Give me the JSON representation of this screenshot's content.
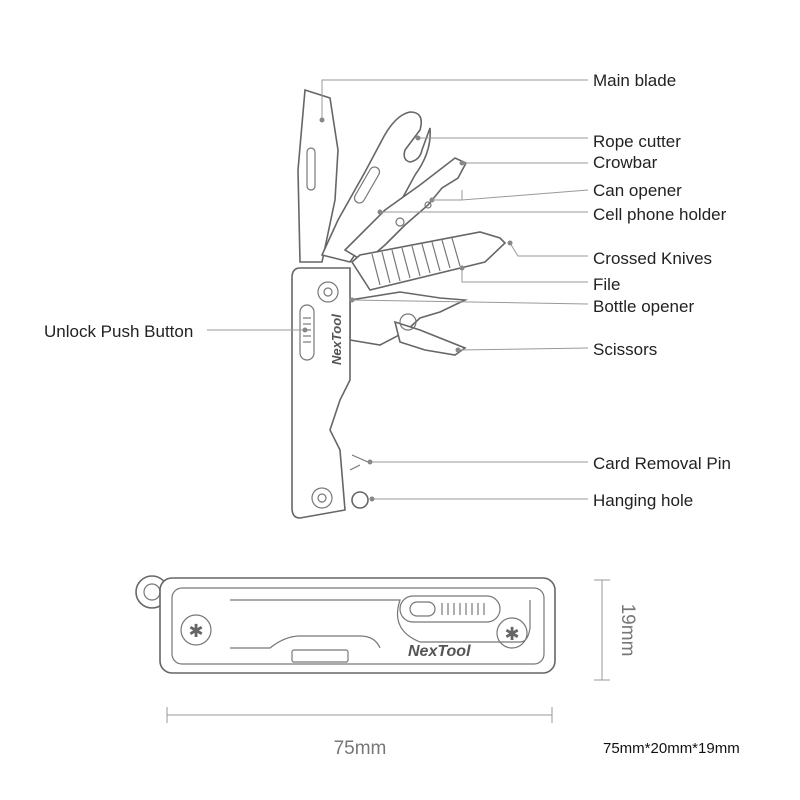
{
  "parts": {
    "main_blade": "Main blade",
    "rope_cutter": "Rope cutter",
    "crowbar": "Crowbar",
    "can_opener": "Can opener",
    "cell_phone_holder": "Cell phone holder",
    "crossed_knives": "Crossed Knives",
    "file": "File",
    "bottle_opener": "Bottle opener",
    "scissors": "Scissors",
    "unlock_push_button": "Unlock Push Button",
    "card_removal_pin": "Card Removal Pin",
    "hanging_hole": "Hanging hole"
  },
  "brand": "NexTool",
  "dimensions": {
    "length": "75mm",
    "height": "19mm",
    "spec": "75mm*20mm*19mm"
  },
  "colors": {
    "line": "#666666",
    "leader": "#999999",
    "text": "#222222",
    "dimension": "#777777"
  }
}
